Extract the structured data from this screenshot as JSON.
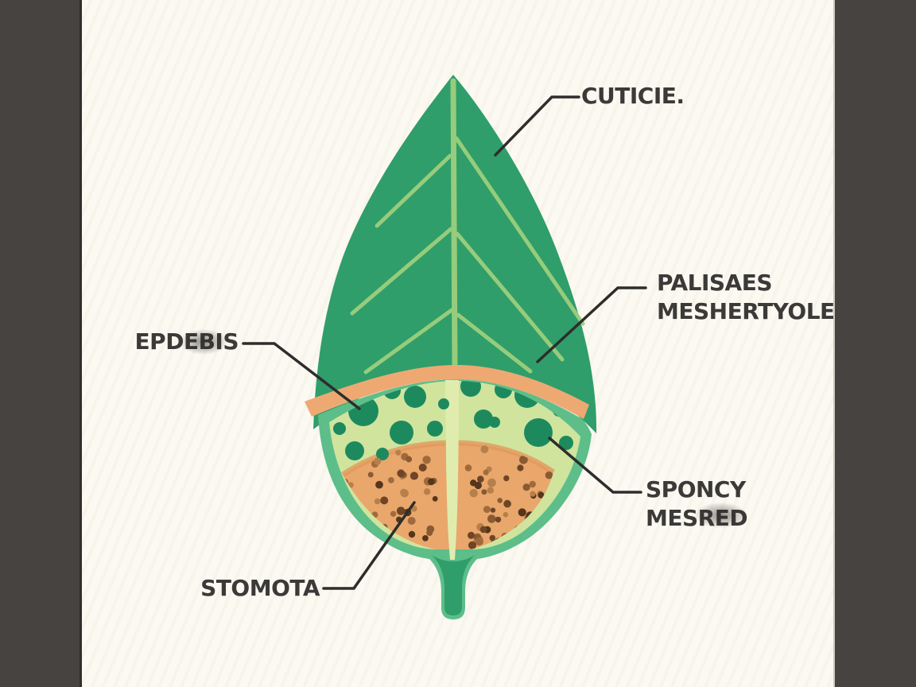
{
  "frame": {
    "bar_color": "#474340",
    "panel_color": "#fbf9f2"
  },
  "diagram": {
    "type": "labeled-diagram",
    "subject": "leaf cross-section",
    "labels": {
      "cuticle": {
        "text": "CUTICIE."
      },
      "palisade": {
        "line1": "PALISAES",
        "line2": "MESHERTYOLE"
      },
      "epidermis": {
        "text": "EPDEBIS"
      },
      "spongy": {
        "line1": "SPONCY",
        "line2": "MESRED"
      },
      "stomata": {
        "text": "STOMOTA"
      }
    },
    "colors": {
      "leaf_blade": "#2f9e6a",
      "leaf_rim": "#5dbe8a",
      "vein": "#9ccf7d",
      "cuticle_band": "#eea973",
      "palisade_background": "#d0e49e",
      "palisade_cell": "#1d8a5e",
      "spongy_background": "#e9a76c",
      "spongy_top_edge": "#e2995d",
      "midrib_strip": "#e0ecae",
      "stem": "#2f9e6a",
      "label_text": "#3b3a38",
      "leader_line": "#2e2d2b",
      "spongy_dot_palette": [
        "#8a5a33",
        "#a06b3c",
        "#6f4526",
        "#b5804a",
        "#55361d"
      ]
    }
  }
}
